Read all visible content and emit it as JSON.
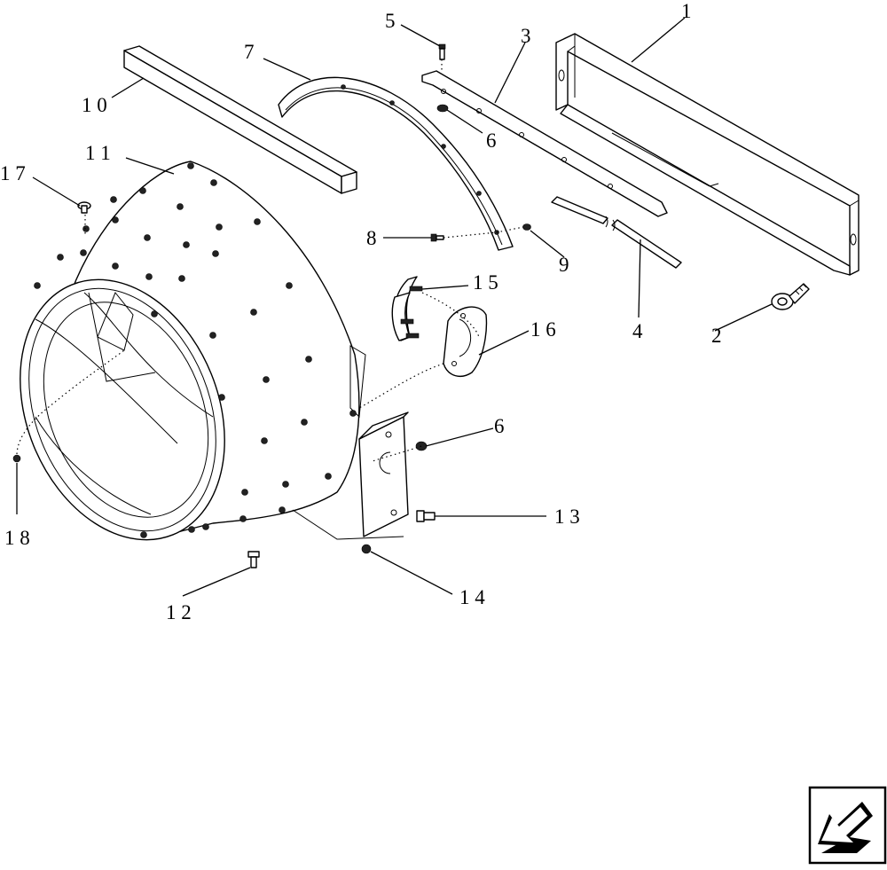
{
  "diagram": {
    "callouts": [
      {
        "id": "c1",
        "text": "1"
      },
      {
        "id": "c2",
        "text": "2"
      },
      {
        "id": "c3",
        "text": "3"
      },
      {
        "id": "c4",
        "text": "4"
      },
      {
        "id": "c5",
        "text": "5"
      },
      {
        "id": "c6a",
        "text": "6"
      },
      {
        "id": "c6b",
        "text": "6"
      },
      {
        "id": "c7",
        "text": "7"
      },
      {
        "id": "c8",
        "text": "8"
      },
      {
        "id": "c9",
        "text": "9"
      },
      {
        "id": "c10",
        "text": "1 0"
      },
      {
        "id": "c11",
        "text": "1 1"
      },
      {
        "id": "c12",
        "text": "1 2"
      },
      {
        "id": "c13",
        "text": "1 3"
      },
      {
        "id": "c14",
        "text": "1 4"
      },
      {
        "id": "c15",
        "text": "1 5"
      },
      {
        "id": "c16",
        "text": "1 6"
      },
      {
        "id": "c17",
        "text": "1 7"
      },
      {
        "id": "c18",
        "text": "1 8"
      }
    ]
  },
  "navigation": {
    "icon": "back-arrow-icon"
  }
}
